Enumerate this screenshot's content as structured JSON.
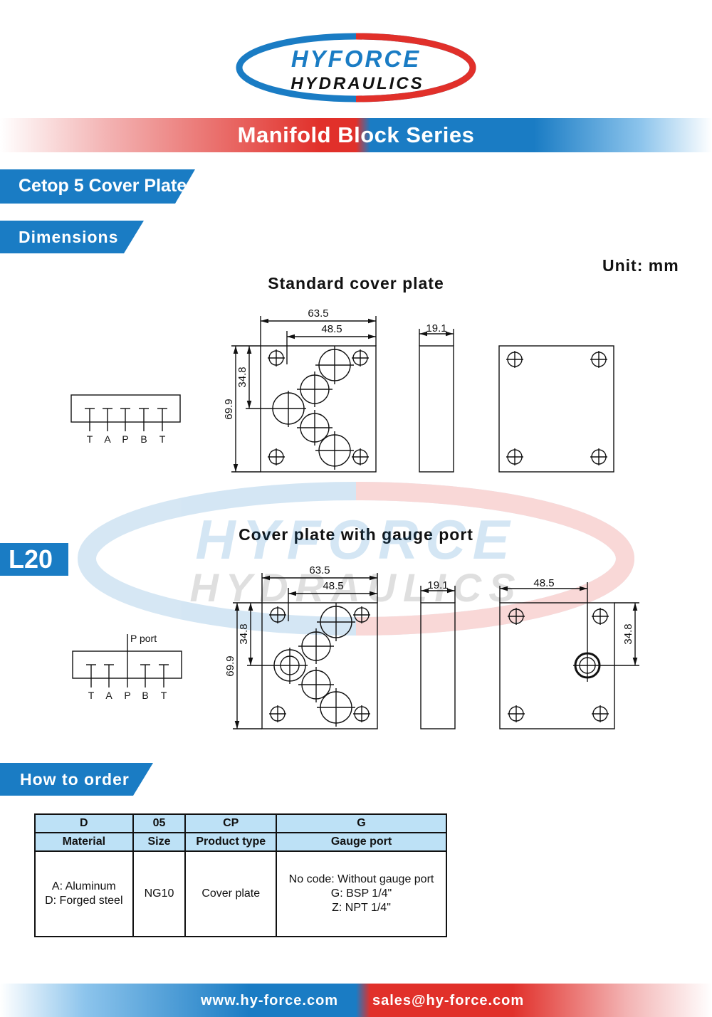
{
  "brand": {
    "line1": "HYFORCE",
    "line2": "HYDRAULICS",
    "blue": "#1a7cc4",
    "red": "#e1302a"
  },
  "series_title": "Manifold Block Series",
  "section_tab": "Cetop 5 Cover Plate",
  "dimensions_tab": "Dimensions",
  "unit_label": "Unit: mm",
  "standard": {
    "title": "Standard cover plate",
    "dims": {
      "width": "63.5",
      "inner": "48.5",
      "thickness": "19.1",
      "height": "69.9",
      "half": "34.8"
    },
    "ports": [
      "T",
      "A",
      "P",
      "B",
      "T"
    ]
  },
  "gauge": {
    "title": "Cover plate with gauge port",
    "dims": {
      "width": "63.5",
      "inner": "48.5",
      "thickness": "19.1",
      "height": "69.9",
      "half": "34.8",
      "port_x": "48.5",
      "port_y": "34.8"
    },
    "ports": [
      "T",
      "A",
      "P",
      "B",
      "T"
    ],
    "p_port_label": "P port"
  },
  "page_code": "L20",
  "order": {
    "tab": "How to order",
    "columns": [
      {
        "code": "D",
        "label": "Material",
        "lines": [
          "A: Aluminum",
          "D: Forged steel"
        ]
      },
      {
        "code": "05",
        "label": "Size",
        "lines": [
          "NG10"
        ]
      },
      {
        "code": "CP",
        "label": "Product type",
        "lines": [
          "Cover plate"
        ]
      },
      {
        "code": "G",
        "label": "Gauge port",
        "lines": [
          "No code: Without gauge port",
          "G: BSP 1/4\"",
          "Z: NPT 1/4\""
        ]
      }
    ]
  },
  "footer": {
    "website": "www.hy-force.com",
    "email": "sales@hy-force.com"
  }
}
